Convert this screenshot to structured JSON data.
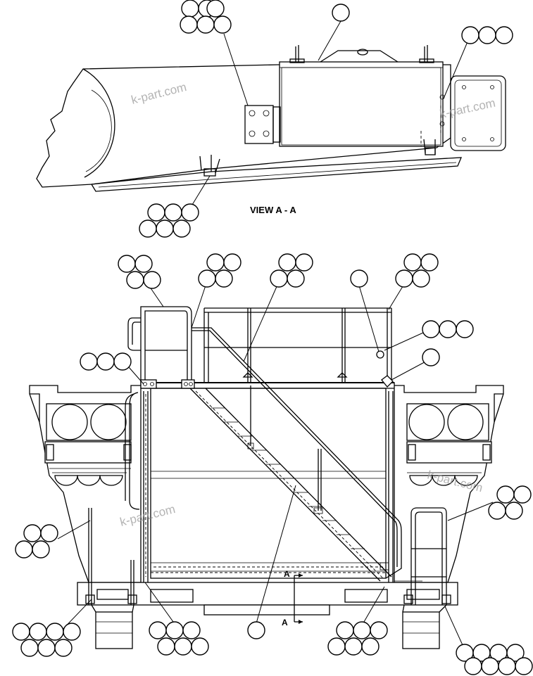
{
  "view_title": "VIEW A - A",
  "section_labels": {
    "top": "A",
    "bottom": "A"
  },
  "watermarks": [
    "k-part.com",
    "k-part.com",
    "k-part.com",
    "k-part.com"
  ]
}
